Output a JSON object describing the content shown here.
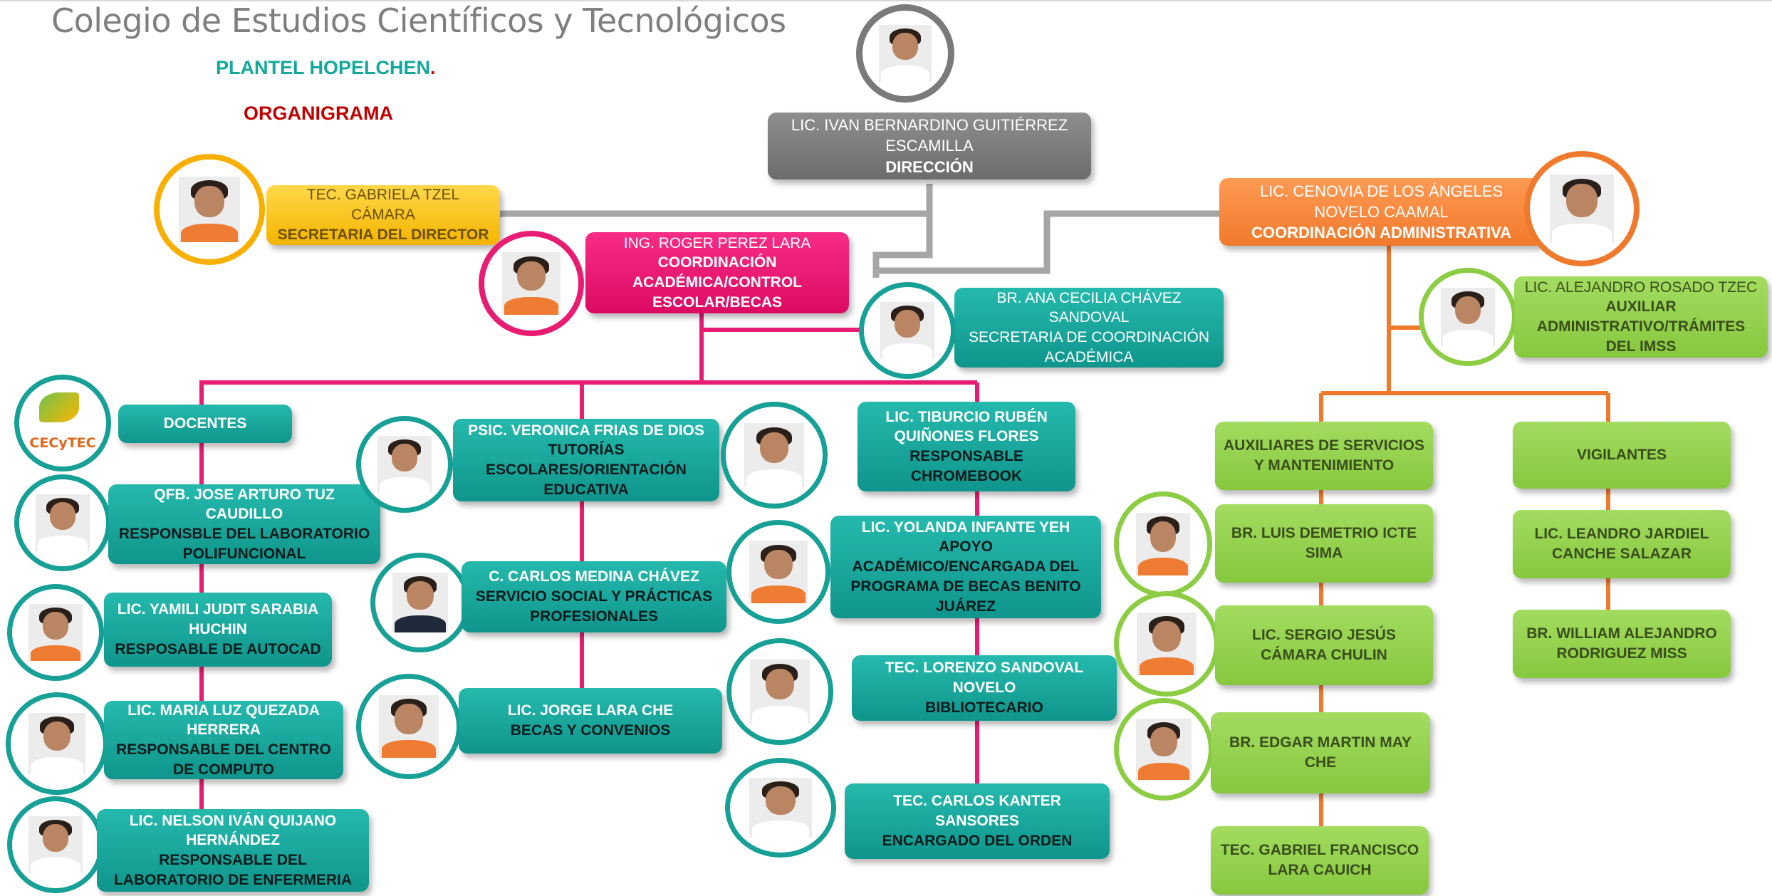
{
  "header": {
    "title": "Colegio de Estudios Científicos y Tecnológicos",
    "plantel": "PLANTEL HOPELCHEN",
    "plantel_dot": ".",
    "organigrama": "ORGANIGRAMA"
  },
  "logo": {
    "text": "CECyTEC"
  },
  "direccion": {
    "lines": [
      "LIC. IVAN BERNARDINO GUITIÉRREZ",
      "ESCAMILLA"
    ],
    "role": "DIRECCIÓN"
  },
  "secretaria_dir": {
    "lines": [
      "TEC. GABRIELA TZEL",
      "CÁMARA"
    ],
    "role": "SECRETARIA DEL DIRECTOR"
  },
  "coord_adm": {
    "lines": [
      "LIC. CENOVIA  DE LOS ÁNGELES",
      "NOVELO CAAMAL"
    ],
    "role": "COORDINACIÓN ADMINISTRATIVA"
  },
  "coord_acad": {
    "name": "ING. ROGER PEREZ LARA",
    "role": [
      "COORDINACIÓN",
      "ACADÉMICA/CONTROL",
      "ESCOLAR/BECAS"
    ]
  },
  "secretaria_coord": {
    "lines": [
      "BR. ANA CECILIA CHÁVEZ",
      "SANDOVAL",
      "SECRETARIA DE COORDINACIÓN",
      "ACADÉMICA"
    ]
  },
  "auxiliar_adm": {
    "name": "LIC. ALEJANDRO ROSADO TZEC",
    "role": [
      "AUXILIAR",
      "ADMINISTRATIVO/TRÁMITES",
      "DEL IMSS"
    ]
  },
  "docentes": {
    "label": "DOCENTES",
    "items": [
      {
        "lines": [
          "QFB. JOSE ARTURO TUZ",
          "CAUDILLO",
          "RESPONSBLE DEL LABORATORIO",
          "POLIFUNCIONAL"
        ]
      },
      {
        "lines": [
          "LIC. YAMILI JUDIT SARABIA",
          "HUCHIN",
          "RESPOSABLE DE AUTOCAD"
        ]
      },
      {
        "lines": [
          "LIC. MARIA LUZ QUEZADA",
          "HERRERA",
          "RESPONSABLE DEL CENTRO",
          "DE  COMPUTO"
        ]
      },
      {
        "lines": [
          "LIC. NELSON IVÁN QUIJANO",
          "HERNÁNDEZ",
          "RESPONSABLE DEL",
          "LABORATORIO DE ENFERMERIA"
        ]
      }
    ]
  },
  "col2": [
    {
      "name": "PSIC. VERONICA FRIAS DE DIOS",
      "lines": [
        "TUTORÍAS",
        "ESCOLARES/ORIENTACIÓN",
        "EDUCATIVA"
      ]
    },
    {
      "name": "C. CARLOS MEDINA CHÁVEZ",
      "lines": [
        "SERVICIO SOCIAL Y PRÁCTICAS",
        "PROFESIONALES"
      ]
    },
    {
      "name": "LIC. JORGE LARA CHE",
      "lines": [
        "BECAS Y CONVENIOS"
      ]
    }
  ],
  "col3": [
    {
      "lines": [
        "LIC. TIBURCIO RUBÉN",
        "QUIÑONES FLORES",
        "RESPONSABLE",
        "CHROMEBOOK"
      ]
    },
    {
      "name": "LIC. YOLANDA INFANTE YEH",
      "lines": [
        "APOYO",
        "ACADÉMICO/ENCARGADA DEL",
        "PROGRAMA DE BECAS  BENITO",
        "JUÁREZ"
      ]
    },
    {
      "lines": [
        "TEC. LORENZO SANDOVAL",
        "NOVELO",
        "BIBLIOTECARIO"
      ]
    },
    {
      "lines": [
        "TEC. CARLOS KANTER",
        "SANSORES",
        "ENCARGADO DEL ORDEN"
      ]
    }
  ],
  "auxiliares": {
    "label": [
      "AUXILIARES DE SERVICIOS",
      "Y MANTENIMIENTO"
    ],
    "items": [
      {
        "lines": [
          "BR. LUIS DEMETRIO ICTE",
          "SIMA"
        ]
      },
      {
        "lines": [
          "LIC. SERGIO JESÚS",
          "CÁMARA CHULIN"
        ]
      },
      {
        "lines": [
          "BR. EDGAR MARTIN MAY",
          "CHE"
        ]
      },
      {
        "lines": [
          "TEC. GABRIEL FRANCISCO",
          "LARA CAUICH"
        ]
      }
    ]
  },
  "vigilantes": {
    "label": "VIGILANTES",
    "items": [
      {
        "lines": [
          "LIC. LEANDRO JARDIEL",
          "CANCHE SALAZAR"
        ]
      },
      {
        "lines": [
          "BR. WILLIAM ALEJANDRO",
          "RODRIGUEZ MISS"
        ]
      }
    ]
  },
  "colors": {
    "direccion": "#7a7a7a",
    "secretaria": "#f7b000",
    "academica": "#e81c73",
    "administrativa": "#f07a2c",
    "docentes": "#16a096",
    "servicios": "#8ccd44"
  }
}
